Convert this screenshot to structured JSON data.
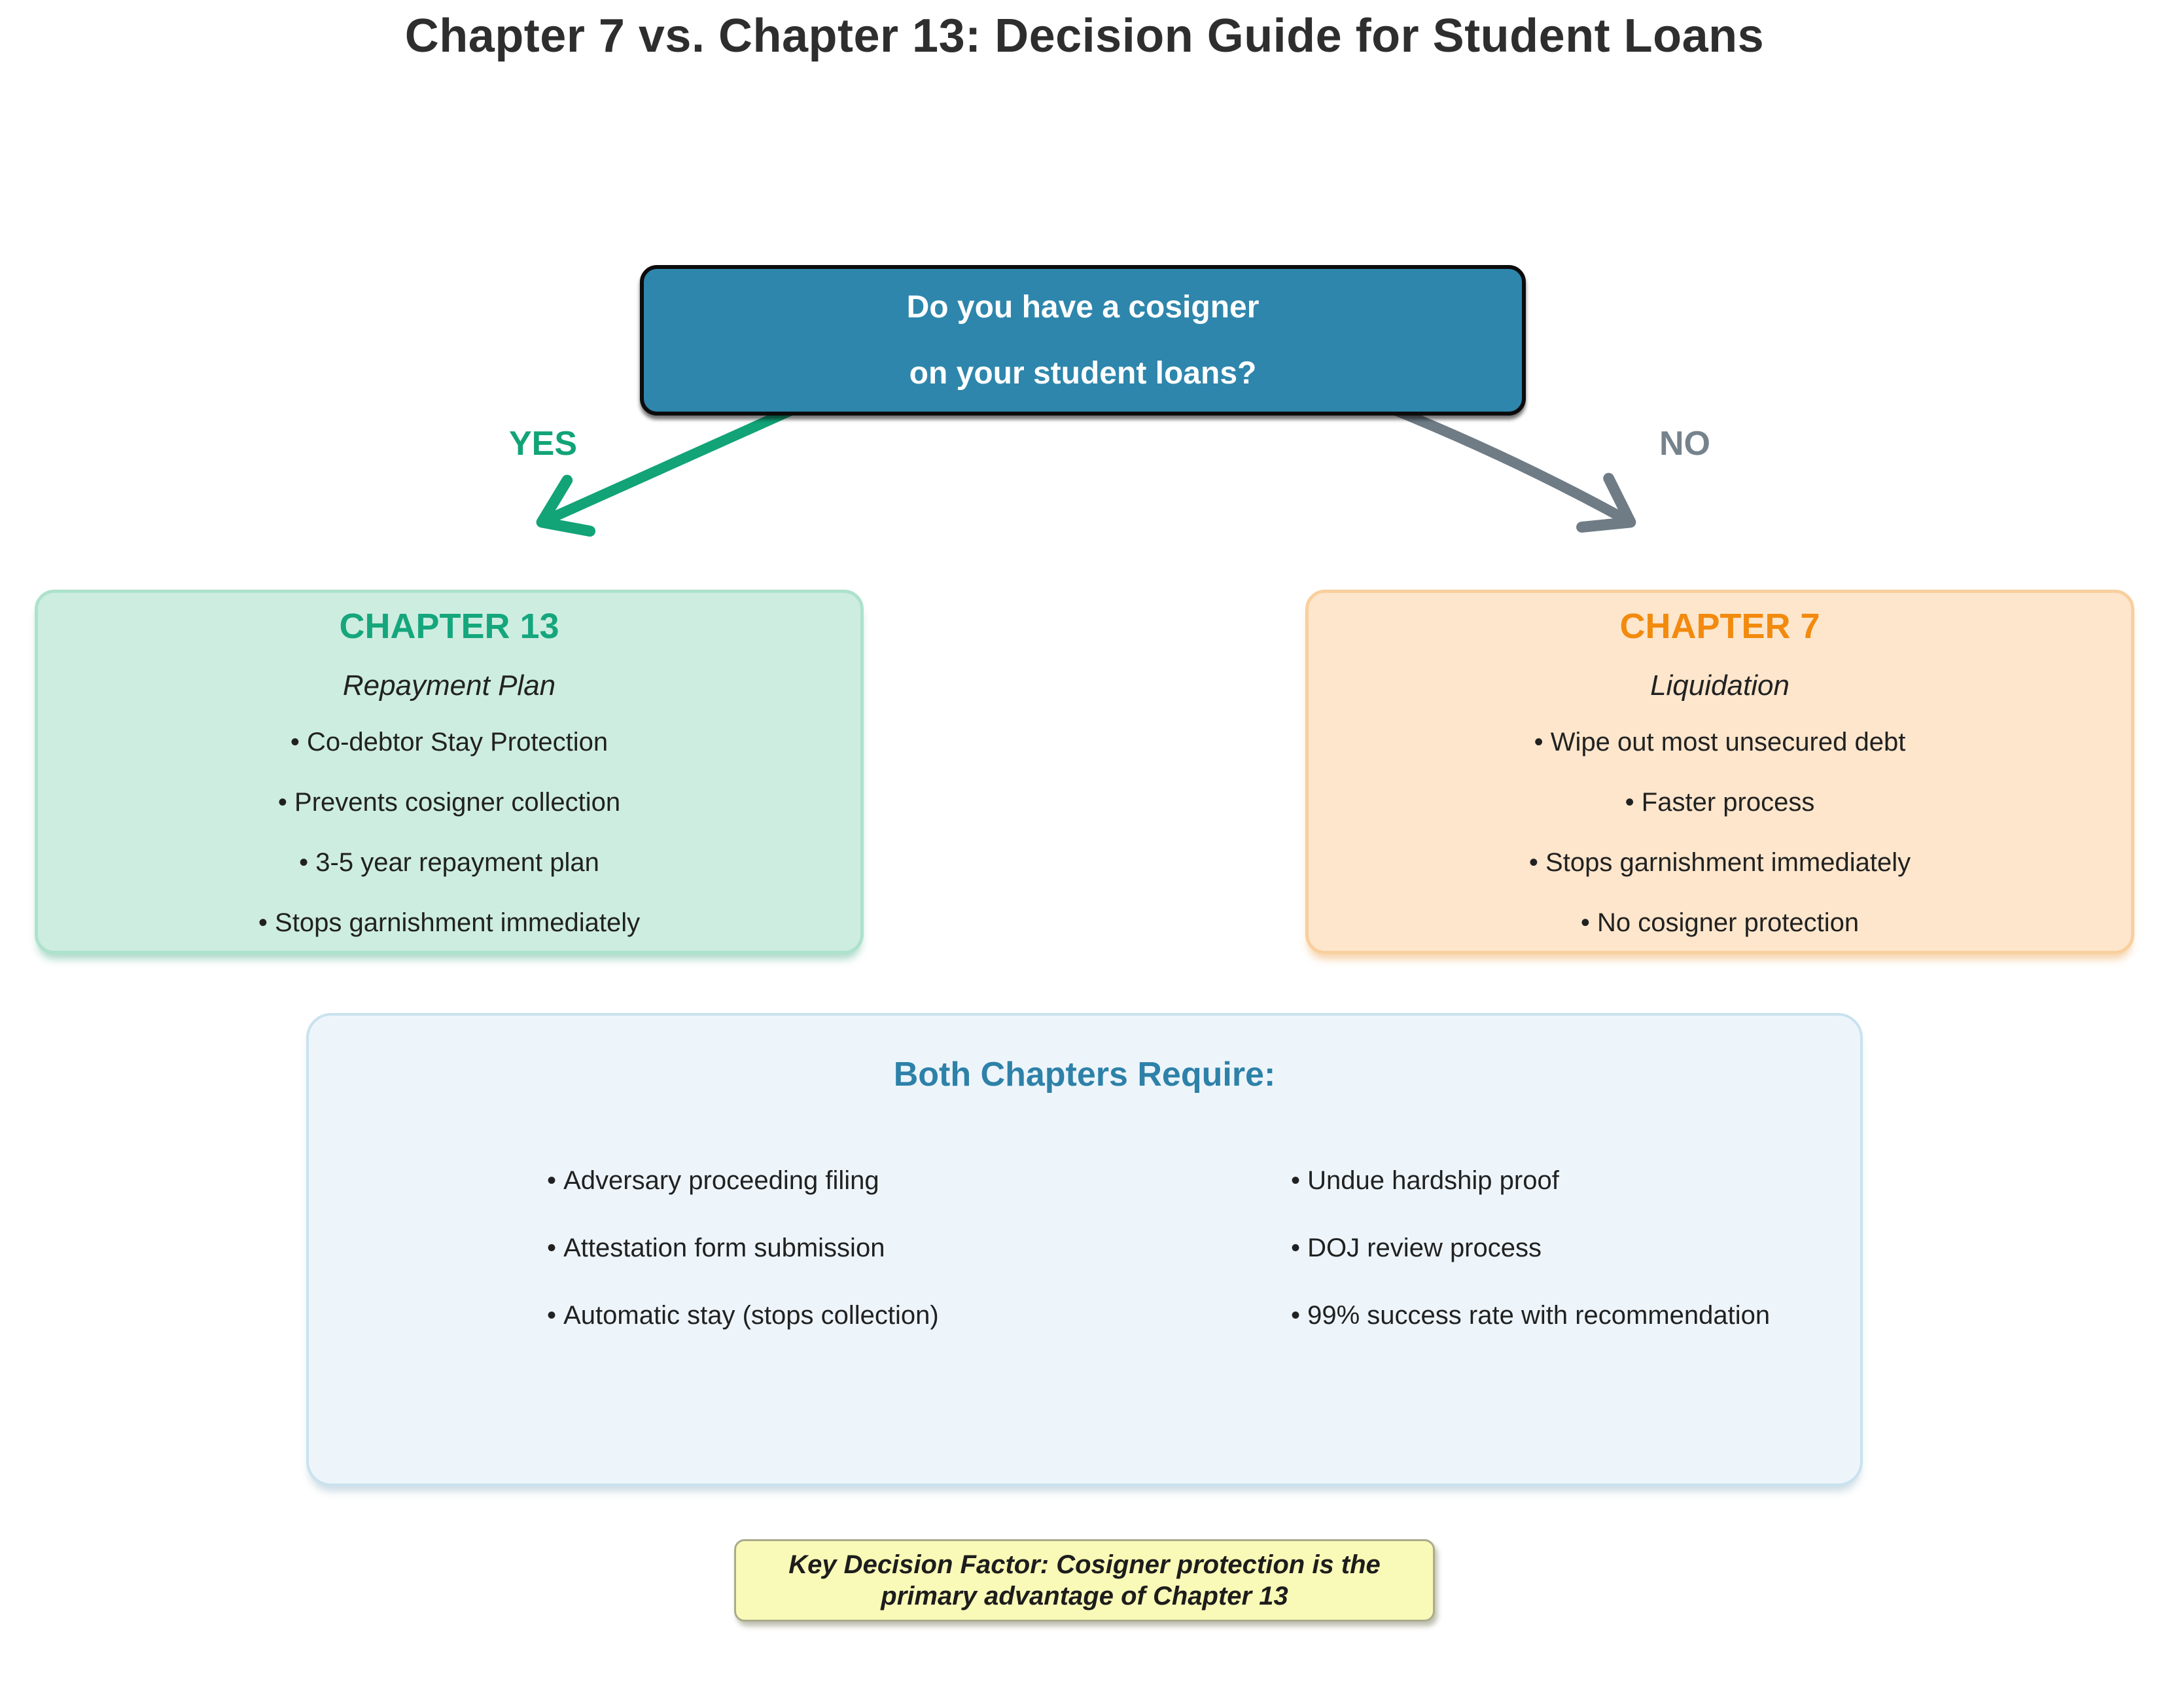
{
  "title": "Chapter 7 vs. Chapter 13: Decision Guide for Student Loans",
  "decision": {
    "line1": "Do you have a cosigner",
    "line2": "on your student loans?"
  },
  "branches": {
    "yes_label": "YES",
    "no_label": "NO"
  },
  "chapter13": {
    "title": "CHAPTER 13",
    "subtitle": "Repayment Plan",
    "bullets": [
      "Co-debtor Stay Protection",
      "Prevents cosigner collection",
      "3-5 year repayment plan",
      "Stops garnishment immediately"
    ]
  },
  "chapter7": {
    "title": "CHAPTER 7",
    "subtitle": "Liquidation",
    "bullets": [
      "Wipe out most unsecured debt",
      "Faster process",
      "Stops garnishment immediately",
      "No cosigner protection"
    ]
  },
  "both": {
    "title": "Both Chapters Require:",
    "left_bullets": [
      "Adversary proceeding filing",
      "Attestation form submission",
      "Automatic stay (stops collection)"
    ],
    "right_bullets": [
      "Undue hardship proof",
      "DOJ review process",
      "99% success rate with recommendation"
    ]
  },
  "note": {
    "text": "Key Decision Factor: Cosigner protection is the primary advantage of Chapter 13"
  },
  "colors": {
    "decision_fill": "#2E86AC",
    "decision_border": "#0c0c0c",
    "yes_green": "#12A377",
    "no_gray": "#76838C",
    "chapter13_fill": "#CDEDE0",
    "chapter13_border": "#ADE2CD",
    "chapter13_title": "#15A67C",
    "chapter7_fill": "#FDE6CC",
    "chapter7_border": "#F8CF9E",
    "chapter7_title": "#F28A0E",
    "both_fill": "#EDF5FB",
    "both_border": "#C9E2EE",
    "both_title": "#2E81A8",
    "note_fill": "#FAFAB8",
    "note_border": "#A9AC8C",
    "body_text": "#212121"
  }
}
